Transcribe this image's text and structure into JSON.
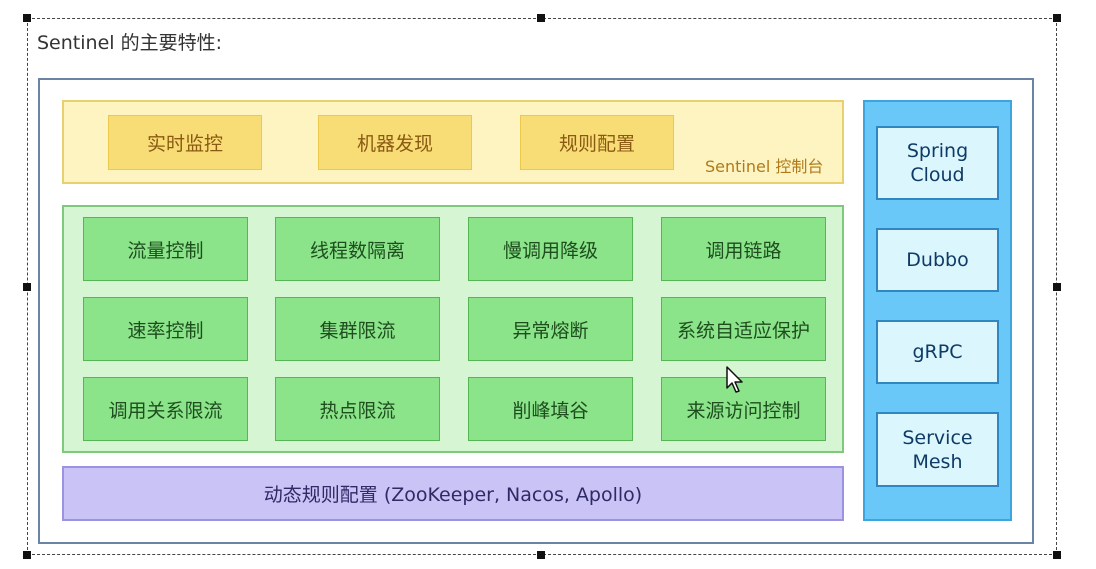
{
  "caption": "Sentinel 的主要特性:",
  "console": {
    "items": [
      "实时监控",
      "机器发现",
      "规则配置"
    ],
    "label": "Sentinel 控制台"
  },
  "features": [
    [
      "流量控制",
      "线程数隔离",
      "慢调用降级",
      "调用链路"
    ],
    [
      "速率控制",
      "集群限流",
      "异常熔断",
      "系统自适应保护"
    ],
    [
      "调用关系限流",
      "热点限流",
      "削峰填谷",
      "来源访问控制"
    ]
  ],
  "dynamic_config": "动态规则配置 (ZooKeeper, Nacos, Apollo)",
  "integrations": [
    "Spring\nCloud",
    "Dubbo",
    "gRPC",
    "Service\nMesh"
  ],
  "colors": {
    "console_bg": "#fdf4c2",
    "console_item": "#f8dd77",
    "features_bg": "#d6f5d3",
    "feature_item": "#8be38a",
    "dynamic_bg": "#c9c3f6",
    "sidebar_bg": "#69c8f7",
    "side_item": "#dcf6fd"
  }
}
